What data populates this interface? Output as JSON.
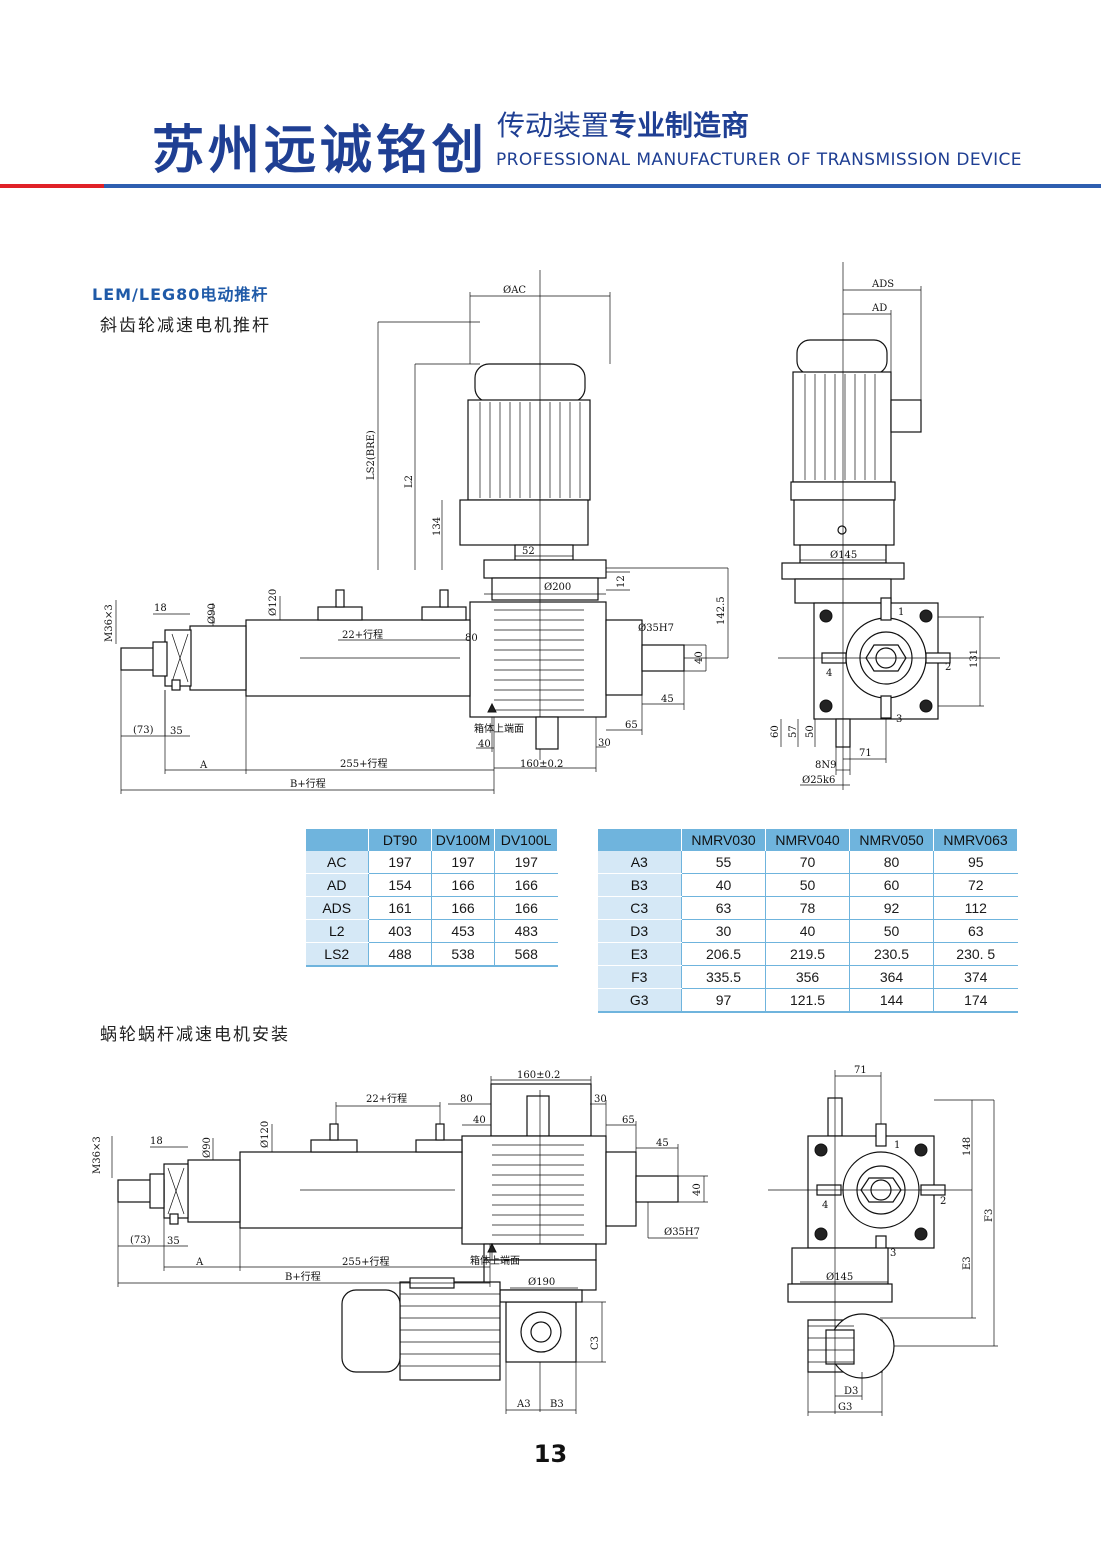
{
  "header": {
    "brand": "苏州远诚铭创",
    "tagline_cn_a": "传动装置",
    "tagline_cn_b": "专业制造商",
    "tagline_en": "PROFESSIONAL MANUFACTURER OF TRANSMISSION DEVICE"
  },
  "section": {
    "title": "LEM/LEG80电动推杆",
    "subtitle": "斜齿轮减速电机推杆",
    "subtitle2": "蜗轮蜗杆减速电机安装"
  },
  "drawing1": {
    "dims": {
      "oac": "ØAC",
      "ls2": "LS2(BRE)",
      "l2": "L2",
      "d134": "134",
      "d52": "52",
      "d12": "12",
      "d200": "Ø200",
      "d1425": "142.5",
      "d35h7": "Ø35H7",
      "d40": "40",
      "d45": "45",
      "d65": "65",
      "d30": "30",
      "d160": "160±0.2",
      "d80": "80",
      "stroke22": "22+行程",
      "d120": "Ø120",
      "d90": "Ø90",
      "d18": "18",
      "m36": "M36×3",
      "d73": "(73)",
      "d35": "35",
      "a": "A",
      "stroke255": "255+行程",
      "bstroke": "B+行程",
      "boxtop": "箱体上端面",
      "d40b": "40"
    }
  },
  "drawing2": {
    "dims": {
      "ads": "ADS",
      "ad": "AD",
      "d145": "Ø145",
      "d131": "131",
      "d60": "60",
      "d57": "57",
      "d50": "50",
      "d71": "71",
      "n8n9": "8N9",
      "d25k6": "Ø25k6",
      "p1": "1",
      "p2": "2",
      "p3": "3",
      "p4": "4"
    }
  },
  "drawing3": {
    "dims": {
      "d160": "160±0.2",
      "stroke22": "22+行程",
      "d80": "80",
      "d30": "30",
      "d40": "40",
      "d65": "65",
      "d45": "45",
      "d120": "Ø120",
      "d90": "Ø90",
      "d18": "18",
      "m36": "M36×3",
      "d40r": "40",
      "d35h7": "Ø35H7",
      "d73": "(73)",
      "d35": "35",
      "a": "A",
      "stroke255": "255+行程",
      "bstroke": "B+行程",
      "boxtop": "箱体上端面",
      "d190": "Ø190",
      "c3": "C3",
      "a3": "A3",
      "b3": "B3"
    }
  },
  "drawing4": {
    "dims": {
      "d71": "71",
      "d148": "148",
      "f3": "F3",
      "e3": "E3",
      "d145": "Ø145",
      "d3": "D3",
      "g3": "G3",
      "p1": "1",
      "p2": "2",
      "p3": "3",
      "p4": "4"
    }
  },
  "table1": {
    "headers": [
      "",
      "DT90",
      "DV100M",
      "DV100L"
    ],
    "rows": [
      [
        "AC",
        "197",
        "197",
        "197"
      ],
      [
        "AD",
        "154",
        "166",
        "166"
      ],
      [
        "ADS",
        "161",
        "166",
        "166"
      ],
      [
        "L2",
        "403",
        "453",
        "483"
      ],
      [
        "LS2",
        "488",
        "538",
        "568"
      ]
    ]
  },
  "table2": {
    "headers": [
      "",
      "NMRV030",
      "NMRV040",
      "NMRV050",
      "NMRV063"
    ],
    "rows": [
      [
        "A3",
        "55",
        "70",
        "80",
        "95"
      ],
      [
        "B3",
        "40",
        "50",
        "60",
        "72"
      ],
      [
        "C3",
        "63",
        "78",
        "92",
        "112"
      ],
      [
        "D3",
        "30",
        "40",
        "50",
        "63"
      ],
      [
        "E3",
        "206.5",
        "219.5",
        "230.5",
        "230. 5"
      ],
      [
        "F3",
        "335.5",
        "356",
        "364",
        "374"
      ],
      [
        "G3",
        "97",
        "121.5",
        "144",
        "174"
      ]
    ]
  },
  "page_number": "13"
}
